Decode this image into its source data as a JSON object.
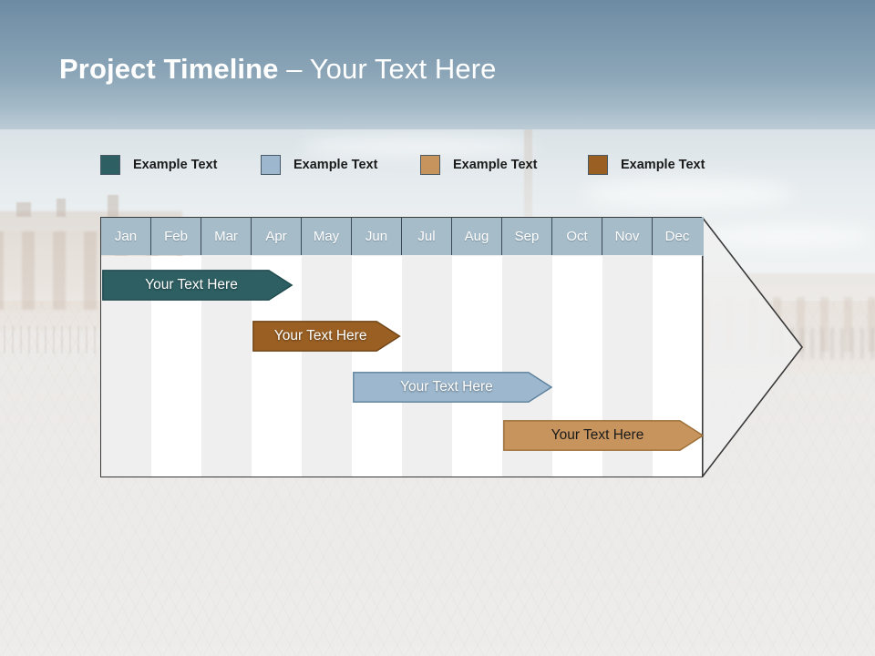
{
  "slide": {
    "title_bold": "Project Timeline",
    "title_rest": " – Your Text Here"
  },
  "legend": {
    "items": [
      {
        "label": "Example Text",
        "color": "#2D5F63",
        "x": 0
      },
      {
        "label": "Example Text",
        "color": "#9DB8CE",
        "x": 176
      },
      {
        "label": "Example Text",
        "color": "#C8945E",
        "x": 351
      },
      {
        "label": "Example Text",
        "color": "#9A5F23",
        "x": 535
      }
    ]
  },
  "chart_data": {
    "type": "bar",
    "title": "Project Timeline",
    "xlabel": "",
    "ylabel": "",
    "categories": [
      "Jan",
      "Feb",
      "Mar",
      "Apr",
      "May",
      "Jun",
      "Jul",
      "Aug",
      "Sep",
      "Oct",
      "Nov",
      "Dec"
    ],
    "header_color": "#A7BCC9",
    "column_colors": [
      "#EFEFEF",
      "#FFFFFF"
    ],
    "grid": true,
    "legend_position": "top",
    "series": [
      {
        "name": "Your  Text Here",
        "color": "#2D5F63",
        "border": "#1E4A4D",
        "text_color": "#FFFFFF",
        "start_month": "Jan",
        "end_month": "Apr",
        "start_index": 0,
        "span": 3.8,
        "row": 1
      },
      {
        "name": "Your  Text Here",
        "color": "#9A5F23",
        "border": "#6E4316",
        "text_color": "#FFFFFF",
        "start_month": "Apr",
        "end_month": "Jun",
        "start_index": 3,
        "span": 2.95,
        "row": 2
      },
      {
        "name": "Your  Text Here",
        "color": "#9DB8CE",
        "border": "#5A7F9B",
        "text_color": "#FFFFFF",
        "start_month": "Jun",
        "end_month": "Sep",
        "start_index": 5,
        "span": 3.98,
        "row": 3
      },
      {
        "name": "Your  Text Here",
        "color": "#C8945E",
        "border": "#9A6B32",
        "text_color": "#1B1B1B",
        "start_month": "Sep",
        "end_month": "Dec",
        "start_index": 8,
        "span": 4.0,
        "row": 4
      }
    ]
  }
}
